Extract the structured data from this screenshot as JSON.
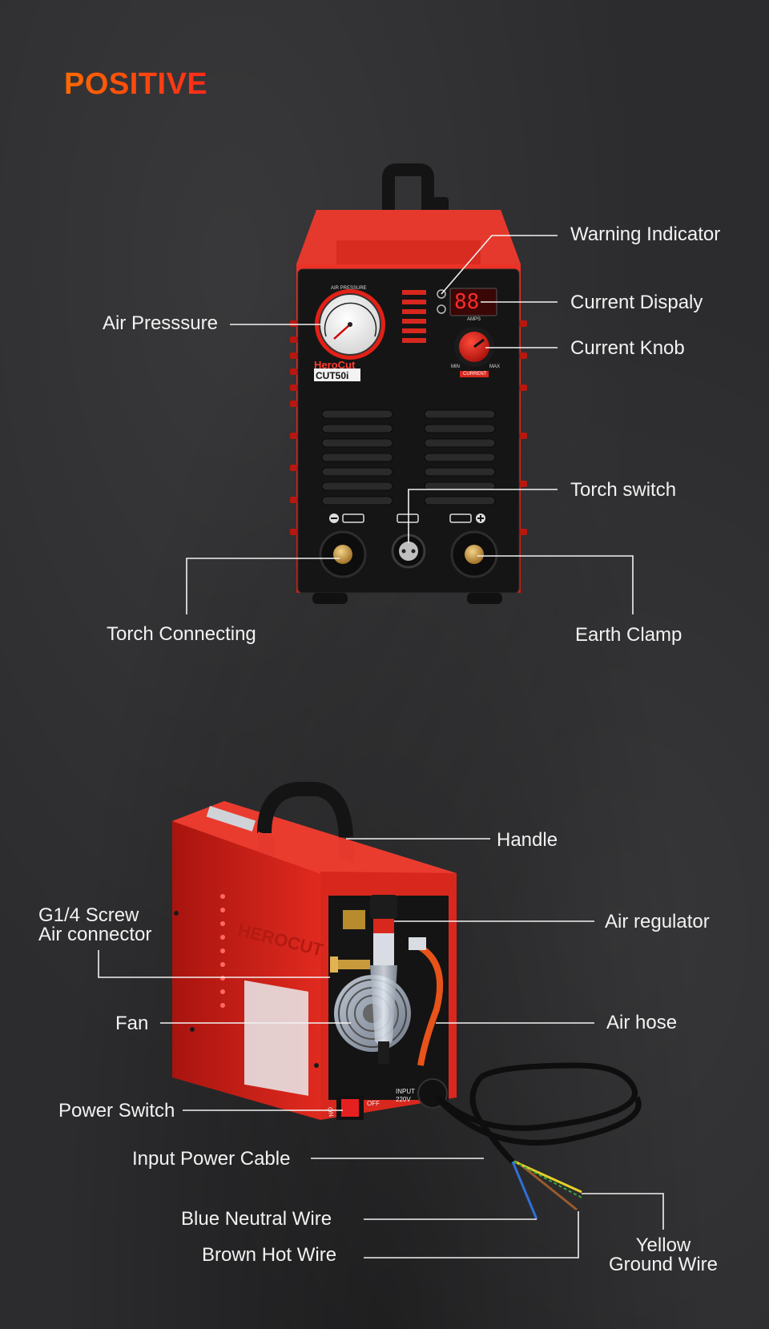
{
  "page": {
    "title": "POSITIVE",
    "title_color_start": "#ff6a00",
    "title_color_end": "#ff2a1a",
    "background": "#2c2c2e",
    "label_color": "#f2f2f2"
  },
  "front": {
    "brand_line1": "HeroCut",
    "model": "CUT50i",
    "gauge_caption": "AIR PRESSURE",
    "amps_caption": "AMPS",
    "knob_min": "MIN",
    "knob_max": "MAX",
    "knob_caption": "CURRENT",
    "display_value": "88",
    "labels": {
      "warning_indicator": "Warning Indicator",
      "current_display": "Current Dispaly",
      "current_knob": "Current Knob",
      "air_pressure": "Air Presssure",
      "torch_switch": "Torch switch",
      "torch_connecting": "Torch Connecting",
      "earth_clamp": "Earth Clamp"
    }
  },
  "back": {
    "brand": "HEROCUT",
    "switch_on": "ON",
    "switch_off": "OFF",
    "input_text_1": "INPUT",
    "input_text_2": "220V",
    "labels": {
      "handle": "Handle",
      "g14_line1": "G1/4 Screw",
      "g14_line2": "Air connector",
      "air_regulator": "Air regulator",
      "fan": "Fan",
      "air_hose": "Air hose",
      "power_switch": "Power Switch",
      "input_power_cable": "Input Power Cable",
      "blue_neutral_wire": "Blue Neutral Wire",
      "brown_hot_wire": "Brown Hot Wire",
      "yellow_line1": "Yellow",
      "yellow_line2": "Ground Wire"
    }
  },
  "colors": {
    "machine_red": "#d8281e",
    "panel_black": "#141414",
    "display_red": "#ff2a2a",
    "hose_orange": "#ff5a1a",
    "brass": "#c99a3c"
  }
}
